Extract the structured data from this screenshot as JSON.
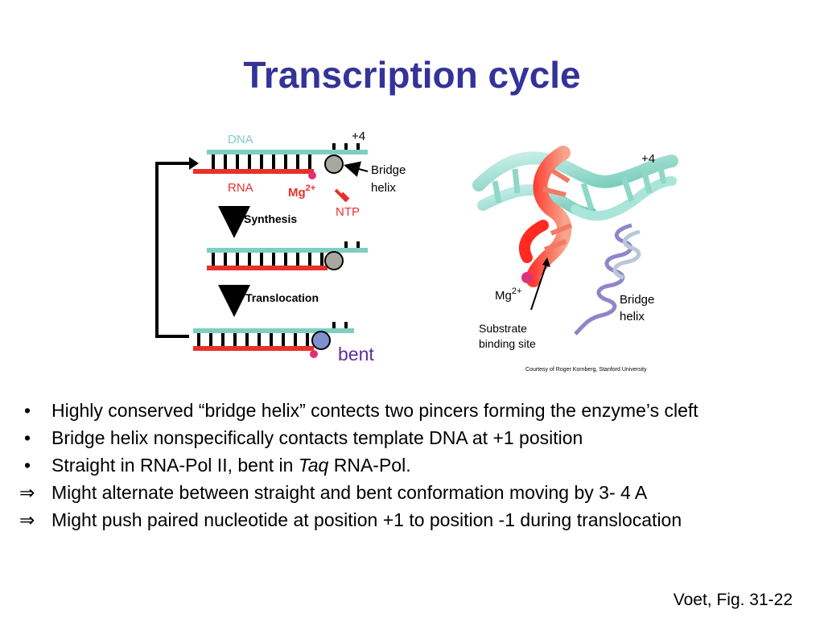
{
  "title": "Transcription cycle",
  "schematic": {
    "dna_label": "DNA",
    "rna_label": "RNA",
    "plus4_label": "+4",
    "bridge_label_1": "Bridge",
    "bridge_label_2": "helix",
    "mg_label": "Mg",
    "mg_charge": "2+",
    "ntp_label": "NTP",
    "step1": "Synthesis",
    "step2": "Translocation",
    "bent_label": "bent"
  },
  "structure": {
    "plus4_label": "+4",
    "mg_label": "Mg",
    "mg_charge": "2+",
    "bridge_label_1": "Bridge",
    "bridge_label_2": "helix",
    "substrate_label_1": "Substrate",
    "substrate_label_2": "binding site",
    "credit": "Courtesy of Roger Kornberg, Stanford University"
  },
  "bullets": [
    {
      "marker": "•",
      "text": "Highly conserved “bridge helix” contects two pincers forming the enzyme’s cleft"
    },
    {
      "marker": "•",
      "text": "Bridge helix nonspecifically contacts template DNA at +1 position"
    },
    {
      "marker": "•",
      "text_before": "Straight in RNA-Pol II, bent in ",
      "italic": "Taq",
      "text_after": " RNA-Pol."
    },
    {
      "marker": "⇒",
      "text": "Might alternate between straight and bent conformation moving by 3- 4 A"
    },
    {
      "marker": "⇒",
      "text": "Might push paired nucleotide at position +1 to position -1 during translocation"
    }
  ],
  "source": "Voet, Fig. 31-22",
  "colors": {
    "title": "#333399",
    "dna": "#7ecfbf",
    "rna": "#e8312a",
    "mg": "#e0307a",
    "bridge_gray": "#a8a8a0",
    "bridge_bent": "#7f8fcf",
    "bent_text": "#5b2ca0"
  }
}
